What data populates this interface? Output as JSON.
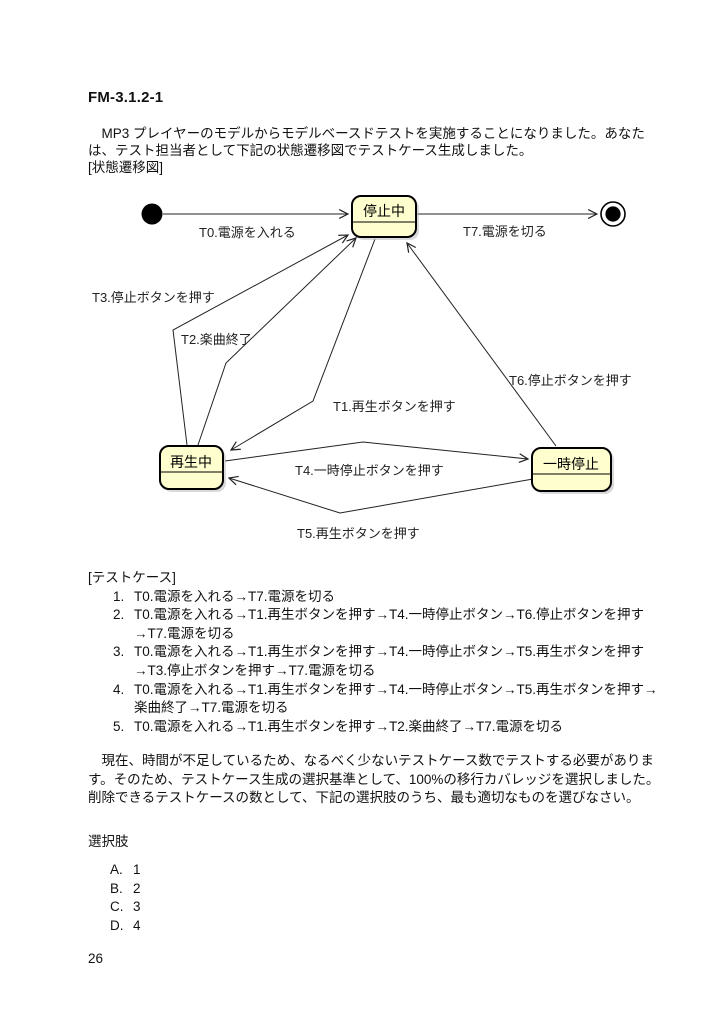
{
  "page": {
    "title": "FM-3.1.2-1",
    "number": "26"
  },
  "intro": {
    "line1": "　MP3 プレイヤーのモデルからモデルベースドテストを実施することになりました。あなた",
    "line2": "は、テスト担当者として下記の状態遷移図でテストケース生成しました。",
    "caption": "[状態遷移図]"
  },
  "diagram": {
    "state_fill": "#FEFECE",
    "border_color": "#000000",
    "states": [
      {
        "id": "stopped",
        "label": "停止中"
      },
      {
        "id": "playing",
        "label": "再生中"
      },
      {
        "id": "paused",
        "label": "一時停止"
      }
    ],
    "transitions": [
      {
        "id": "T0",
        "label": "T0.電源を入れる",
        "from": "initial",
        "to": "stopped"
      },
      {
        "id": "T1",
        "label": "T1.再生ボタンを押す",
        "from": "stopped",
        "to": "playing"
      },
      {
        "id": "T2",
        "label": "T2.楽曲終了",
        "from": "playing",
        "to": "stopped"
      },
      {
        "id": "T3",
        "label": "T3.停止ボタンを押す",
        "from": "playing",
        "to": "stopped"
      },
      {
        "id": "T4",
        "label": "T4.一時停止ボタンを押す",
        "from": "playing",
        "to": "paused"
      },
      {
        "id": "T5",
        "label": "T5.再生ボタンを押す",
        "from": "paused",
        "to": "playing"
      },
      {
        "id": "T6",
        "label": "T6.停止ボタンを押す",
        "from": "paused",
        "to": "stopped"
      },
      {
        "id": "T7",
        "label": "T7.電源を切る",
        "from": "stopped",
        "to": "final"
      }
    ]
  },
  "test_cases": {
    "heading": "[テストケース]",
    "items": [
      {
        "no": "1.",
        "lines": [
          "T0.電源を入れる→T7.電源を切る",
          ""
        ]
      },
      {
        "no": "2.",
        "lines": [
          "T0.電源を入れる→T1.再生ボタンを押す→T4.一時停止ボタン→T6.停止ボタンを押す",
          "→T7.電源を切る"
        ]
      },
      {
        "no": "3.",
        "lines": [
          "T0.電源を入れる→T1.再生ボタンを押す→T4.一時停止ボタン→T5.再生ボタンを押す",
          "→T3.停止ボタンを押す→T7.電源を切る"
        ]
      },
      {
        "no": "4.",
        "lines": [
          "T0.電源を入れる→T1.再生ボタンを押す→T4.一時停止ボタン→T5.再生ボタンを押す→",
          "楽曲終了→T7.電源を切る"
        ]
      },
      {
        "no": "5.",
        "lines": [
          "T0.電源を入れる→T1.再生ボタンを押す→T2.楽曲終了→T7.電源を切る",
          ""
        ]
      }
    ]
  },
  "question": {
    "line1": "　現在、時間が不足しているため、なるべく少ないテストケース数でテストする必要がありま",
    "line2": "す。そのため、テストケース生成の選択基準として、100%の移行カバレッジを選択しました。",
    "line3": "削除できるテストケースの数として、下記の選択肢のうち、最も適切なものを選びなさい。"
  },
  "choices": {
    "heading": "選択肢",
    "items": [
      {
        "label": "A.",
        "value": "1"
      },
      {
        "label": "B.",
        "value": "2"
      },
      {
        "label": "C.",
        "value": "3"
      },
      {
        "label": "D.",
        "value": "4"
      }
    ]
  }
}
